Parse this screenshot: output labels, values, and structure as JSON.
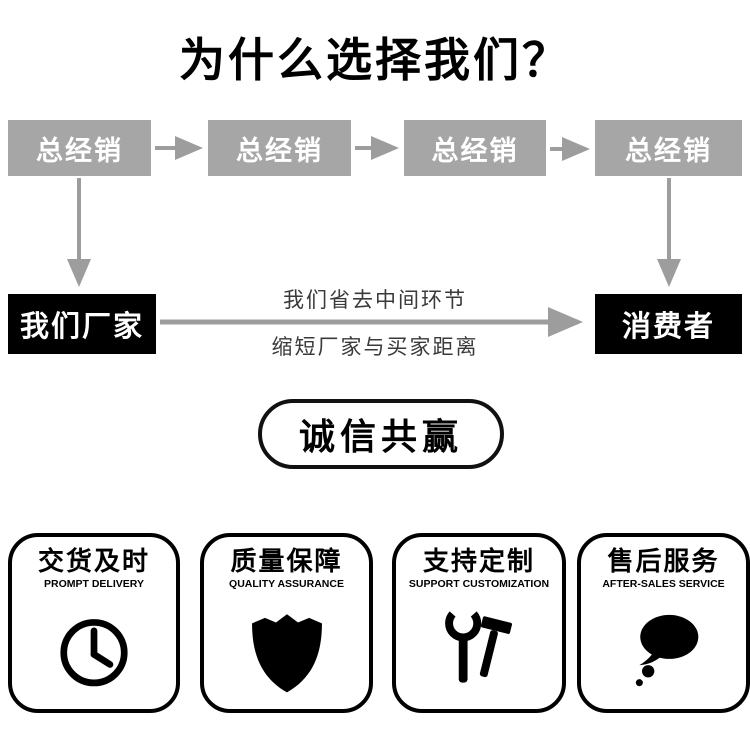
{
  "title": "为什么选择我们？",
  "flow": {
    "distributors": [
      "总经销",
      "总经销",
      "总经销",
      "总经销"
    ],
    "factory_label": "我们厂家",
    "consumer_label": "消费者",
    "note_line1": "我们省去中间环节",
    "note_line2": "缩短厂家与买家距离"
  },
  "slogan": "诚信共赢",
  "badges": [
    {
      "title": "交货及时",
      "subtitle": "PROMPT DELIVERY",
      "icon": "clock-icon"
    },
    {
      "title": "质量保障",
      "subtitle": "QUALITY ASSURANCE",
      "icon": "shield-icon"
    },
    {
      "title": "支持定制",
      "subtitle": "SUPPORT CUSTOMIZATION",
      "icon": "tools-icon"
    },
    {
      "title": "售后服务",
      "subtitle": "AFTER-SALES SERVICE",
      "icon": "speech-bubble-icon"
    }
  ],
  "colors": {
    "distributor_box": "#a6a6a6",
    "black_box": "#000000",
    "arrow": "#9d9d9d",
    "background": "#ffffff"
  }
}
